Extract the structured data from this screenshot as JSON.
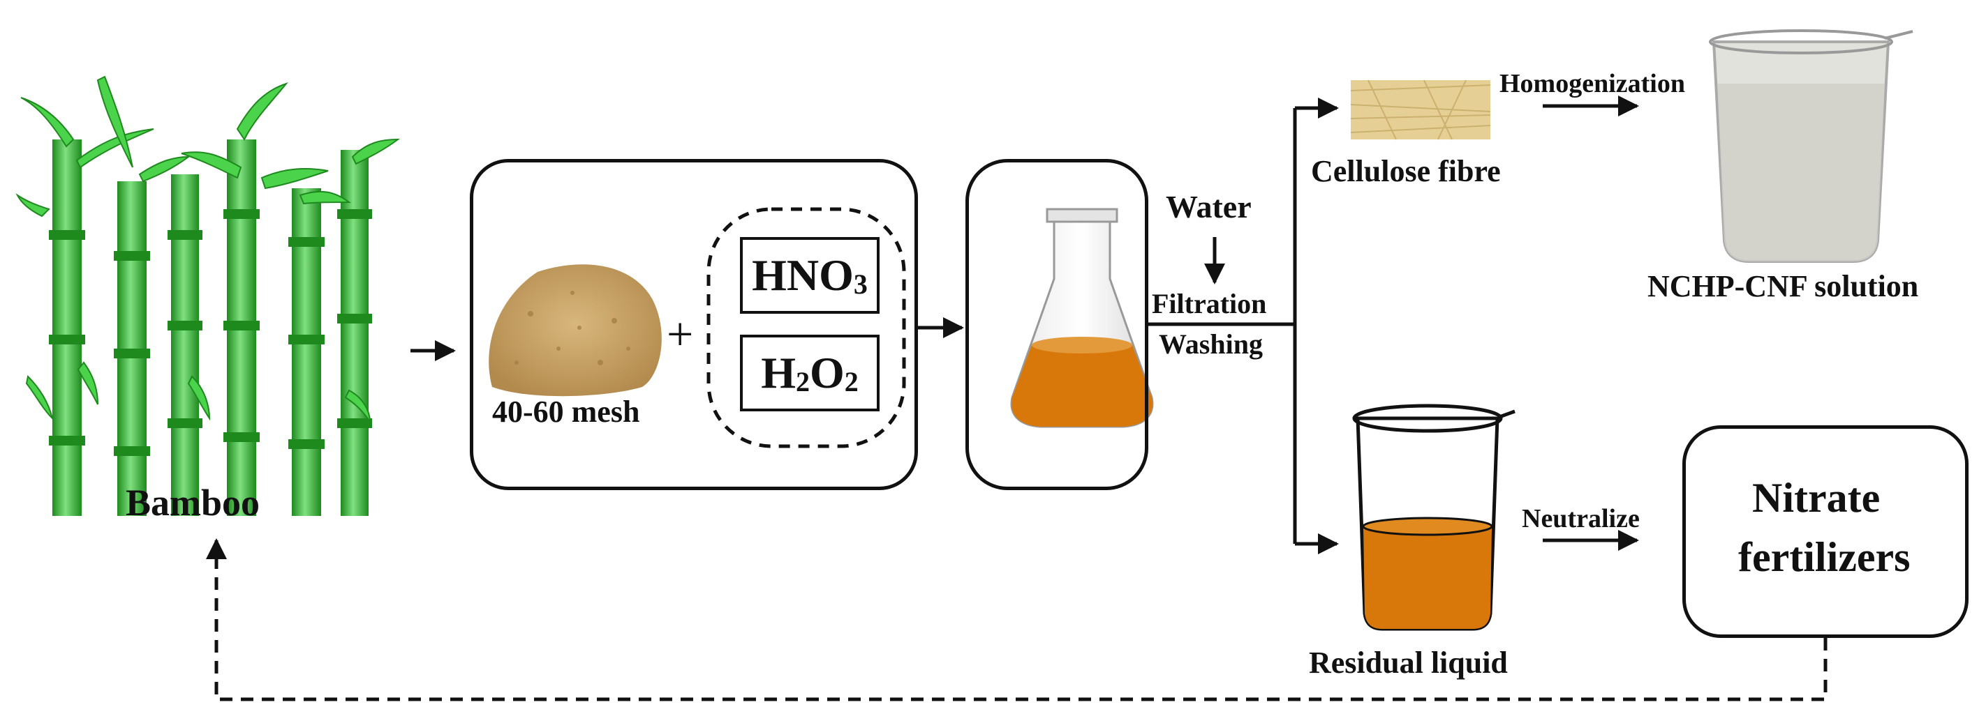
{
  "labels": {
    "bamboo": "Bamboo",
    "mesh": "40-60 mesh",
    "plus": "+",
    "water": "Water",
    "filtration": "Filtration",
    "washing": "Washing",
    "cellulose_fibre": "Cellulose fibre",
    "homogenization": "Homogenization",
    "nchp_cnf_solution": "NCHP-CNF solution",
    "residual_liquid": "Residual liquid",
    "neutralize": "Neutralize",
    "nitrate_line1": "Nitrate",
    "nitrate_line2": "fertilizers"
  },
  "reagents": {
    "hno3": {
      "base": "HNO",
      "sub": "3"
    },
    "h2o2": {
      "h": "H",
      "sub1": "2",
      "o": "O",
      "sub2": "2"
    }
  },
  "colors": {
    "bamboo_green": "#3cc83c",
    "bamboo_dark": "#1e8a1e",
    "powder": "#c9a46a",
    "liquid_orange": "#d9780a",
    "fibre": "#e6cf94",
    "solution": "#dcdcd6"
  }
}
